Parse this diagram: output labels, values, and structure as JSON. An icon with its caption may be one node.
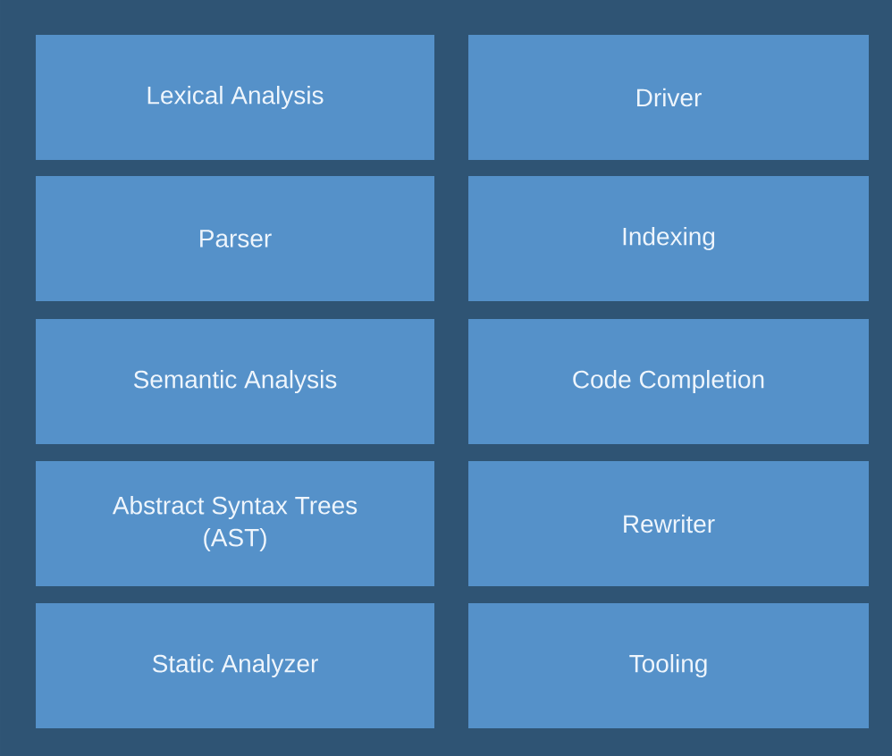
{
  "diagram": {
    "nodes": [
      {
        "text": [
          "Lexical Analysis"
        ]
      },
      {
        "text": [
          "Driver"
        ]
      },
      {
        "text": [
          "Parser"
        ]
      },
      {
        "text": [
          "Indexing"
        ]
      },
      {
        "text": [
          "Semantic Analysis"
        ]
      },
      {
        "text": [
          "Code Completion"
        ]
      },
      {
        "text": [
          "Abstract Syntax Trees (AST)"
        ]
      },
      {
        "text": [
          "Rewriter"
        ]
      },
      {
        "text": [
          "Static Analyzer"
        ]
      },
      {
        "text": [
          "Tooling"
        ]
      }
    ]
  }
}
